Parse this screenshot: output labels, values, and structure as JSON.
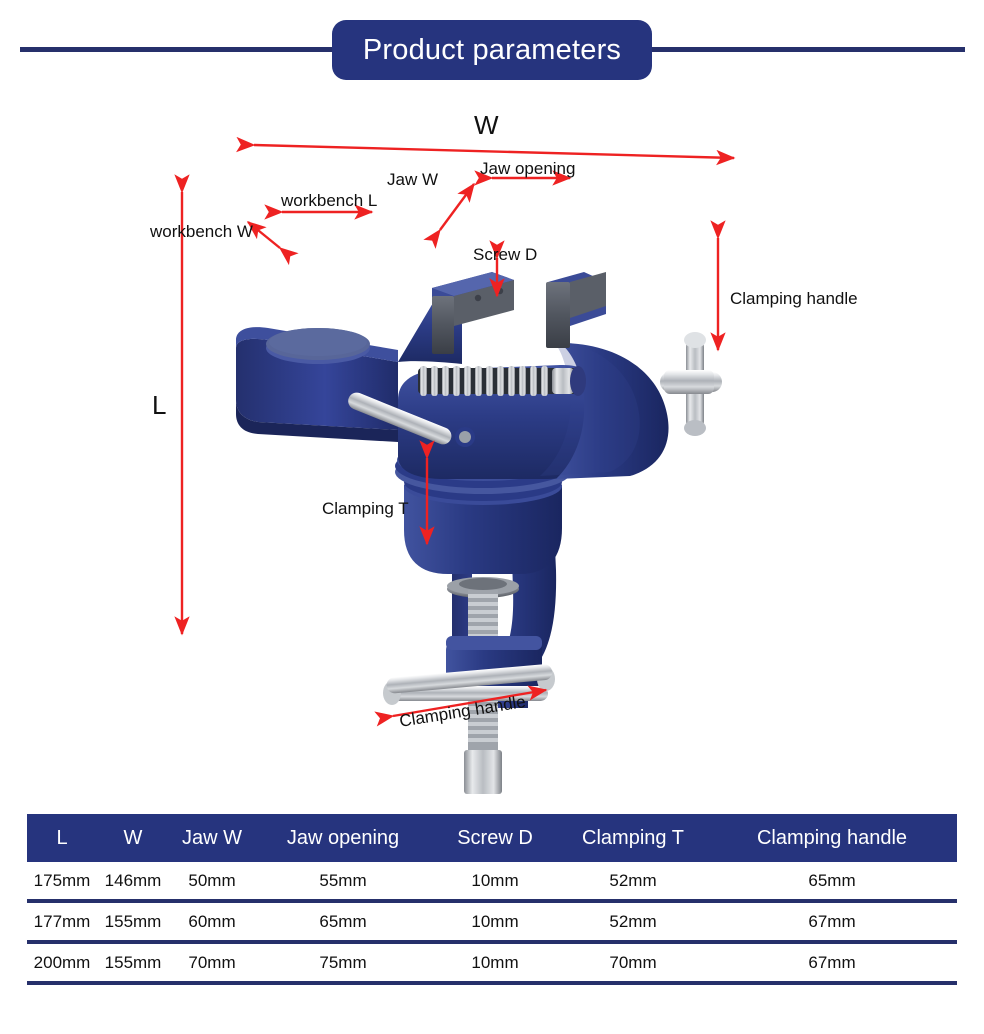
{
  "header": {
    "title": "Product parameters",
    "pill_color": "#26347E",
    "rule_color": "#26306B"
  },
  "diagram": {
    "accent_color": "#ee2222",
    "product_color": "#2b3f8f",
    "labels": {
      "w": "W",
      "l": "L",
      "jaw_w": "Jaw W",
      "jaw_opening": "Jaw opening",
      "workbench_l": "workbench L",
      "workbench_w": "workbench W",
      "screw_d": "Screw D",
      "clamping_handle_right": "Clamping handle",
      "clamping_t": "Clamping T",
      "clamping_handle_bottom": "Clamping handle"
    }
  },
  "table": {
    "header_color": "#26347E",
    "columns": [
      "L",
      "W",
      "Jaw W",
      "Jaw opening",
      "Screw D",
      "Clamping T",
      "Clamping handle"
    ],
    "rows": [
      [
        "175mm",
        "146mm",
        "50mm",
        "55mm",
        "10mm",
        "52mm",
        "65mm"
      ],
      [
        "177mm",
        "155mm",
        "60mm",
        "65mm",
        "10mm",
        "52mm",
        "67mm"
      ],
      [
        "200mm",
        "155mm",
        "70mm",
        "75mm",
        "10mm",
        "70mm",
        "67mm"
      ]
    ]
  }
}
